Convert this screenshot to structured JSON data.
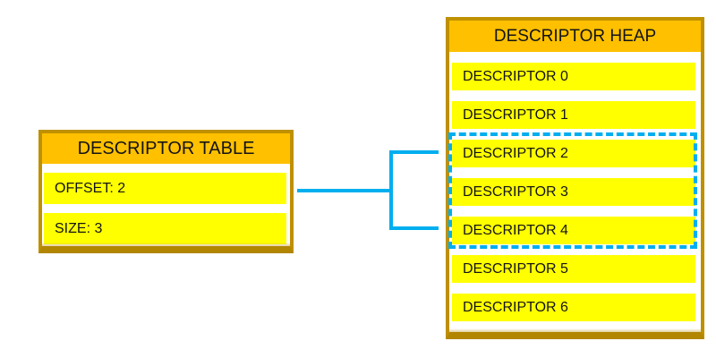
{
  "colors": {
    "header-fill": "#FFC000",
    "row-fill": "#FFFF00",
    "box-border": "#BF9000",
    "box-border-bottom": "#B28600",
    "connector-blue": "#00AEEF",
    "text": "#141414",
    "background": "#FFFFFF"
  },
  "table": {
    "title": "DESCRIPTOR TABLE",
    "rows": [
      {
        "label": "OFFSET: 2"
      },
      {
        "label": "SIZE: 3"
      }
    ]
  },
  "heap": {
    "title": "DESCRIPTOR HEAP",
    "rows": [
      {
        "label": "DESCRIPTOR 0"
      },
      {
        "label": "DESCRIPTOR 1"
      },
      {
        "label": "DESCRIPTOR 2"
      },
      {
        "label": "DESCRIPTOR 3"
      },
      {
        "label": "DESCRIPTOR 4"
      },
      {
        "label": "DESCRIPTOR 5"
      },
      {
        "label": "DESCRIPTOR 6"
      }
    ]
  },
  "selection": {
    "first_highlighted_index": 2,
    "last_highlighted_index": 4
  }
}
